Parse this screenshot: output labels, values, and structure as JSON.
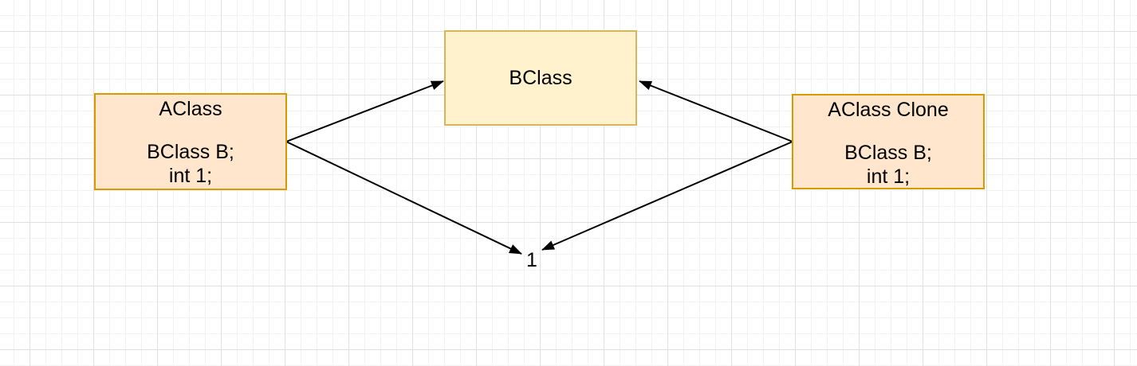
{
  "colors": {
    "background": "#FFFFFF",
    "grid_minor": "#F2F2F2",
    "grid_major": "#E0E0E0",
    "edge": "#000000",
    "node_orange_fill": "#FFE6CC",
    "node_orange_stroke": "#D79B00",
    "node_yellow_fill": "#FFF2CC",
    "node_yellow_stroke": "#D6B656"
  },
  "nodes": {
    "aclass": {
      "title": "AClass",
      "line1": "BClass B;",
      "line2": "int 1;",
      "fill": "#FFE6CC",
      "stroke": "#D79B00"
    },
    "bclass": {
      "title": "BClass",
      "fill": "#FFF2CC",
      "stroke": "#D6B656"
    },
    "aclass_clone": {
      "title": "AClass Clone",
      "line1": "BClass B;",
      "line2": "int 1;",
      "fill": "#FFE6CC",
      "stroke": "#D79B00"
    }
  },
  "edges": [
    {
      "source": "AClass",
      "target": "BClass",
      "arrow": "target"
    },
    {
      "source": "AClass",
      "target": "1",
      "arrow": "target"
    },
    {
      "source": "AClass Clone",
      "target": "BClass",
      "arrow": "target"
    },
    {
      "source": "AClass Clone",
      "target": "1",
      "arrow": "target"
    }
  ],
  "edge_label": {
    "text": "1"
  }
}
